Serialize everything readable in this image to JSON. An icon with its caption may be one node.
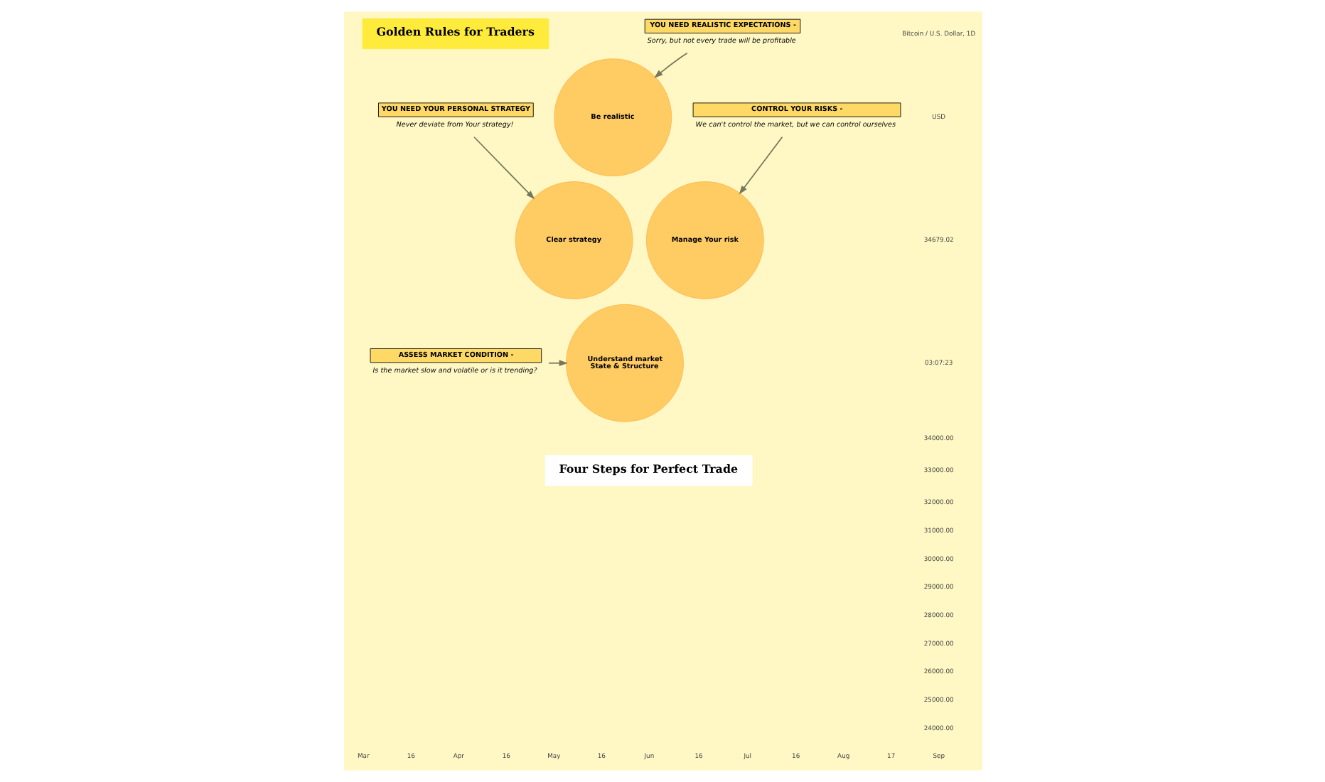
{
  "diagram": {
    "nodes": [
      {
        "text": [
          "Golden Rules for Traders"
        ]
      },
      {
        "text": [
          "YOU NEED REALISTIC EXPECTATIONS -"
        ],
        "beside": [
          "Sorry, but not every trade will be profitable"
        ]
      },
      {
        "text": [
          "CONTROL YOUR RISKS -"
        ],
        "beside": [
          "We can't control the market, but we can control ourselves"
        ]
      },
      {
        "text": [
          "YOU NEED YOUR PERSONAL STRATEGY"
        ],
        "beside": [
          "Never deviate from Your strategy!"
        ]
      },
      {
        "text": [
          "ASSESS MARKET CONDITION -"
        ],
        "beside": [
          "Is the market slow and volatile or is it trending?"
        ]
      },
      {
        "text": [
          "Be realistic"
        ]
      },
      {
        "text": [
          "Clear strategy"
        ]
      },
      {
        "text": [
          "Manage Your risk"
        ]
      },
      {
        "text": [
          "Understand market State & Structure"
        ]
      },
      {
        "text": [
          "Four Steps for Perfect Trade"
        ]
      }
    ],
    "edges": [
      {
        "from": 1,
        "to": 5,
        "arrow": "to"
      },
      {
        "from": 2,
        "to": 7,
        "arrow": "to"
      },
      {
        "from": 3,
        "to": 6,
        "arrow": "to"
      },
      {
        "from": 4,
        "to": 8,
        "arrow": "to"
      }
    ],
    "labels": [
      "Bitcoin / U.S. Dollar, 1D",
      "USD",
      "34679.02",
      "03:07:23",
      "34000.00",
      "33000.00",
      "32000.00",
      "31000.00",
      "30000.00",
      "29000.00",
      "28000.00",
      "27000.00",
      "26000.00",
      "25000.00",
      "24000.00",
      "Mar",
      "16",
      "Apr",
      "16",
      "May",
      "16",
      "Jun",
      "16",
      "Jul",
      "16",
      "Aug",
      "17",
      "Sep"
    ]
  }
}
